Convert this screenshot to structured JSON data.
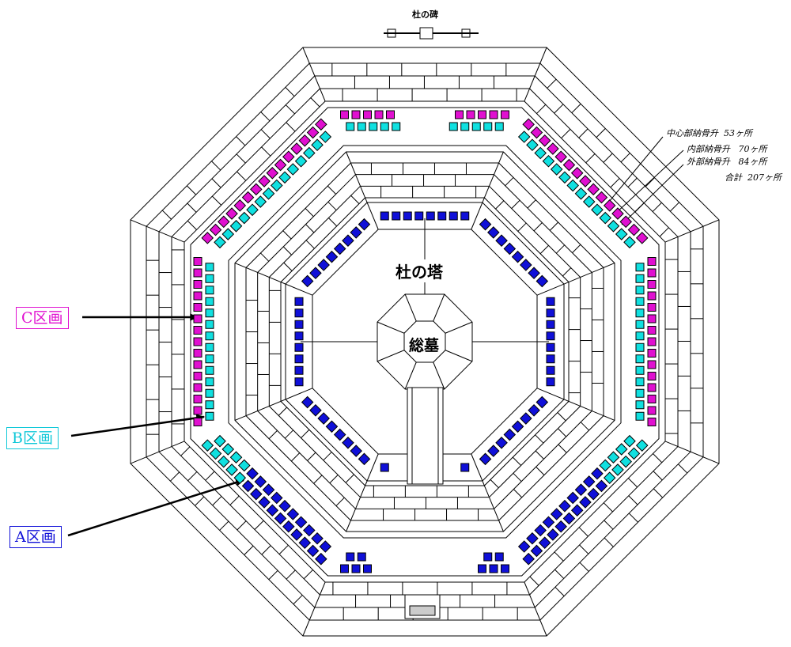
{
  "title": "杜の碑",
  "tower_label": "杜の塔",
  "center_label": "総墓",
  "zones": [
    {
      "id": "C",
      "label": "C区画",
      "color": "#e010d0"
    },
    {
      "id": "B",
      "label": "B区画",
      "color": "#10e0e0"
    },
    {
      "id": "A",
      "label": "A区画",
      "color": "#1010d8"
    }
  ],
  "legend": [
    {
      "name": "中心部納骨升",
      "count": "53ヶ所"
    },
    {
      "name": "内部納骨升",
      "count": "70ヶ所"
    },
    {
      "name": "外部納骨升",
      "count": "84ヶ所"
    }
  ],
  "total": {
    "name": "合計",
    "count": "207ヶ所"
  }
}
